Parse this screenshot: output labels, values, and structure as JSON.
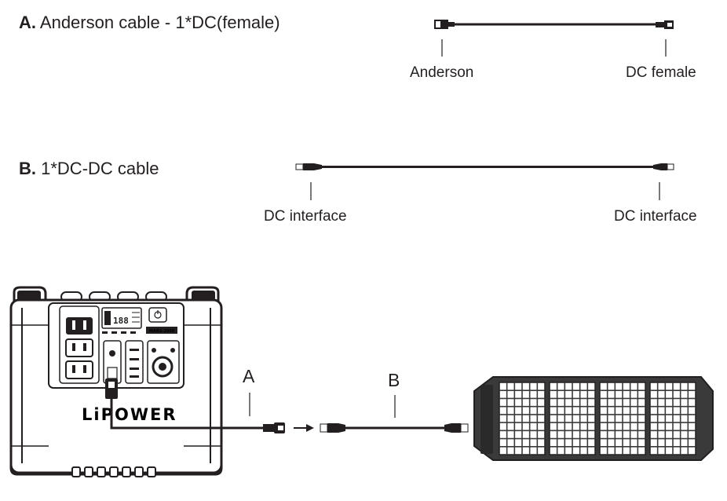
{
  "cable_a": {
    "letter": "A.",
    "title": "Anderson cable - 1*DC(female)",
    "left_label": "Anderson",
    "right_label": "DC female"
  },
  "cable_b": {
    "letter": "B.",
    "title": "1*DC-DC cable",
    "left_label": "DC interface",
    "right_label": "DC interface"
  },
  "setup": {
    "callout_a": "A",
    "callout_b": "B",
    "arrow": "→",
    "station_brand": "LiPOWER",
    "station_model": "MARS-2000",
    "display_digits": "188"
  },
  "colors": {
    "ink": "#231f20",
    "cable": "#231f20",
    "panel_cell": "#ffffff",
    "panel_frame": "#3a3a3a"
  }
}
